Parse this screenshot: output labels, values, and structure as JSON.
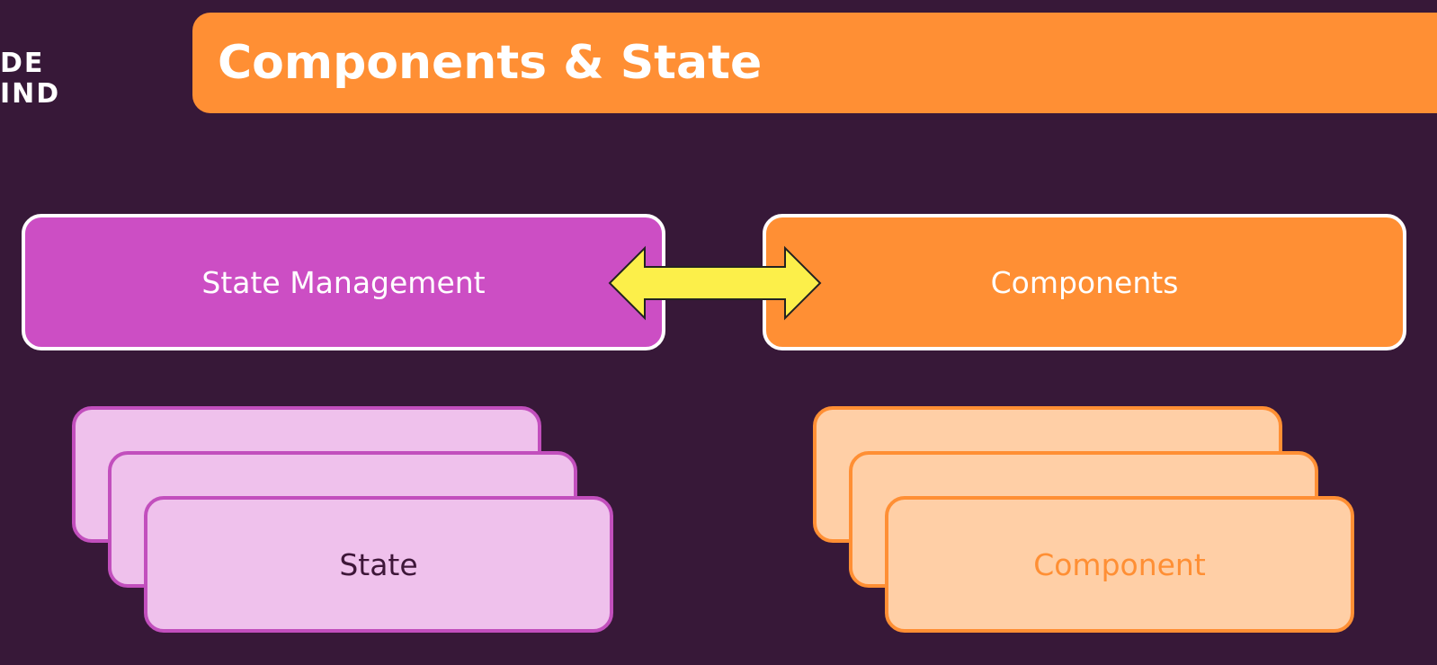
{
  "logo": {
    "line1": "DE",
    "line2": "IND"
  },
  "title": "Components & State",
  "diagram": {
    "left_box": "State Management",
    "right_box": "Components",
    "left_stack": [
      "",
      "",
      "State"
    ],
    "right_stack": [
      "",
      "",
      "Component"
    ]
  },
  "colors": {
    "background": "#371838",
    "accent_orange": "#ff8f34",
    "accent_magenta": "#cc4ec4",
    "arrow_yellow": "#fcef4a",
    "card_pink": "#efc1ec",
    "card_peach": "#ffcfa6"
  },
  "icons": {
    "arrow": "double-headed-arrow-icon"
  }
}
